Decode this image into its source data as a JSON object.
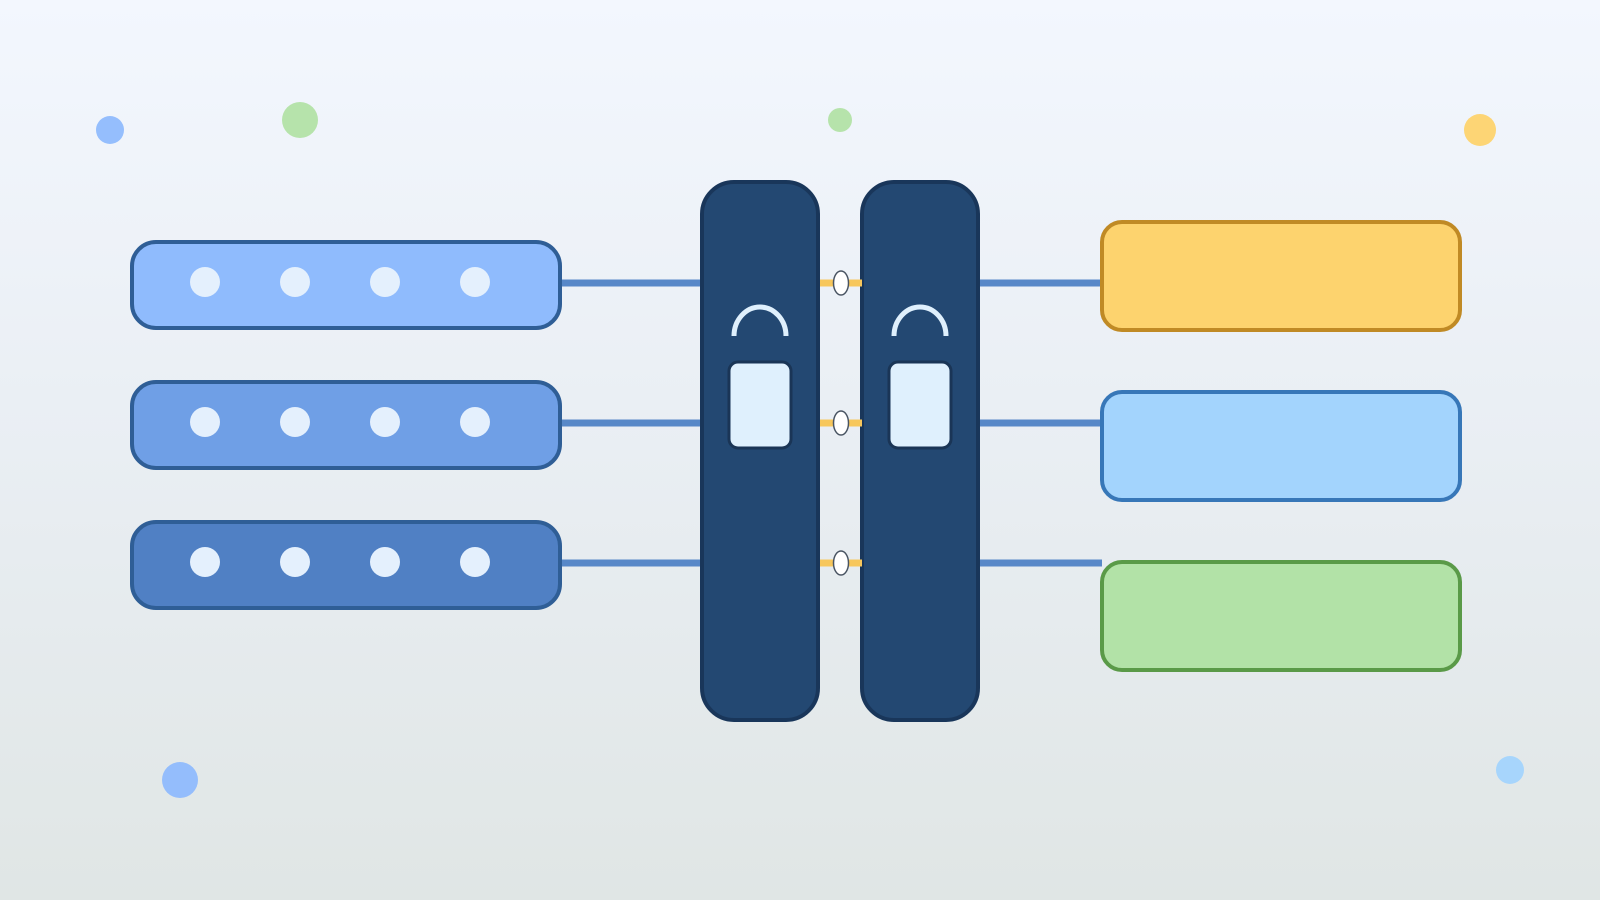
{
  "palette": {
    "source_fill": [
      "#8fbbfd",
      "#6f9fe6",
      "#5080c4"
    ],
    "source_stroke": "#2f5e96",
    "source_dot": "#e4f0fd",
    "tower_fill": "#234872",
    "tower_stroke": "#19365a",
    "lock_body": "#dff0fd",
    "wire": "#5888c8",
    "link_accent": "#f7c75c",
    "target_fill": [
      "#fdd36e",
      "#a3d4fd",
      "#b2e2a7"
    ],
    "target_stroke": [
      "#c08a25",
      "#3777b8",
      "#5a9a48"
    ],
    "particle": [
      "#8fbbfd",
      "#b2e2a7",
      "#b2e2a7",
      "#fdd36e",
      "#8fbbfd",
      "#a3d4fd"
    ]
  },
  "icons": {
    "lock": "padlock-icon",
    "link": "chain-link-icon"
  },
  "diagram": {
    "sources": [
      {
        "dots": 4
      },
      {
        "dots": 4
      },
      {
        "dots": 4
      }
    ],
    "gateways": 2,
    "links": 3,
    "targets": 3,
    "particles": 6
  }
}
